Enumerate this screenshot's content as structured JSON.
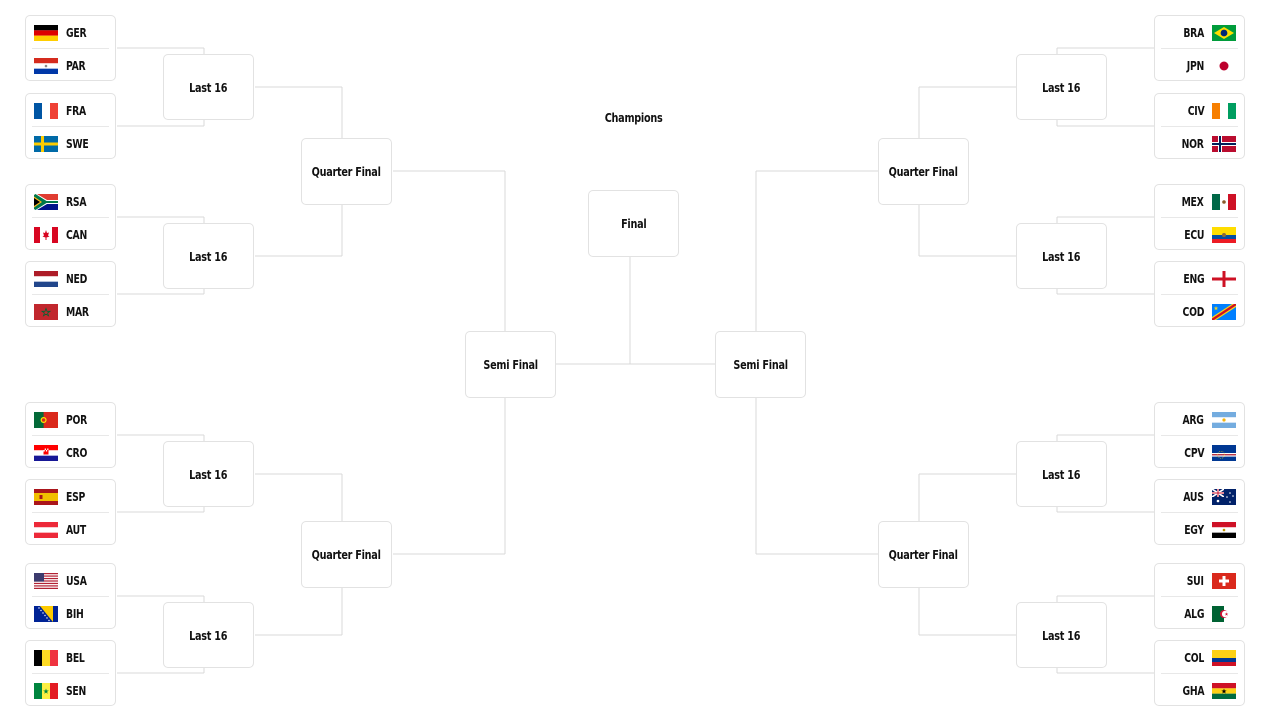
{
  "champions_label": "Champions",
  "final_label": "Final",
  "semi_final_left_label": "Semi Final",
  "semi_final_right_label": "Semi Final",
  "quarter_finals": {
    "left_top": "Quarter Final",
    "left_bottom": "Quarter Final",
    "right_top": "Quarter Final",
    "right_bottom": "Quarter Final"
  },
  "last16": {
    "left": [
      "Last 16",
      "Last 16",
      "Last 16",
      "Last 16"
    ],
    "right": [
      "Last 16",
      "Last 16",
      "Last 16",
      "Last 16"
    ]
  },
  "matches": {
    "left": [
      {
        "teams": [
          {
            "code": "GER",
            "flag": "germany-flag"
          },
          {
            "code": "PAR",
            "flag": "paraguay-flag"
          }
        ]
      },
      {
        "teams": [
          {
            "code": "FRA",
            "flag": "france-flag"
          },
          {
            "code": "SWE",
            "flag": "sweden-flag"
          }
        ]
      },
      {
        "teams": [
          {
            "code": "RSA",
            "flag": "south-africa-flag"
          },
          {
            "code": "CAN",
            "flag": "canada-flag"
          }
        ]
      },
      {
        "teams": [
          {
            "code": "NED",
            "flag": "netherlands-flag"
          },
          {
            "code": "MAR",
            "flag": "morocco-flag"
          }
        ]
      },
      {
        "teams": [
          {
            "code": "POR",
            "flag": "portugal-flag"
          },
          {
            "code": "CRO",
            "flag": "croatia-flag"
          }
        ]
      },
      {
        "teams": [
          {
            "code": "ESP",
            "flag": "spain-flag"
          },
          {
            "code": "AUT",
            "flag": "austria-flag"
          }
        ]
      },
      {
        "teams": [
          {
            "code": "USA",
            "flag": "usa-flag"
          },
          {
            "code": "BIH",
            "flag": "bosnia-flag"
          }
        ]
      },
      {
        "teams": [
          {
            "code": "BEL",
            "flag": "belgium-flag"
          },
          {
            "code": "SEN",
            "flag": "senegal-flag"
          }
        ]
      }
    ],
    "right": [
      {
        "teams": [
          {
            "code": "BRA",
            "flag": "brazil-flag"
          },
          {
            "code": "JPN",
            "flag": "japan-flag"
          }
        ]
      },
      {
        "teams": [
          {
            "code": "CIV",
            "flag": "ivory-coast-flag"
          },
          {
            "code": "NOR",
            "flag": "norway-flag"
          }
        ]
      },
      {
        "teams": [
          {
            "code": "MEX",
            "flag": "mexico-flag"
          },
          {
            "code": "ECU",
            "flag": "ecuador-flag"
          }
        ]
      },
      {
        "teams": [
          {
            "code": "ENG",
            "flag": "england-flag"
          },
          {
            "code": "COD",
            "flag": "dr-congo-flag"
          }
        ]
      },
      {
        "teams": [
          {
            "code": "ARG",
            "flag": "argentina-flag"
          },
          {
            "code": "CPV",
            "flag": "cape-verde-flag"
          }
        ]
      },
      {
        "teams": [
          {
            "code": "AUS",
            "flag": "australia-flag"
          },
          {
            "code": "EGY",
            "flag": "egypt-flag"
          }
        ]
      },
      {
        "teams": [
          {
            "code": "SUI",
            "flag": "switzerland-flag"
          },
          {
            "code": "ALG",
            "flag": "algeria-flag"
          }
        ]
      },
      {
        "teams": [
          {
            "code": "COL",
            "flag": "colombia-flag"
          },
          {
            "code": "GHA",
            "flag": "ghana-flag"
          }
        ]
      }
    ]
  },
  "colors": {
    "line": "#d9d9d9",
    "card_border": "#e2e2e2",
    "text": "#111111"
  }
}
